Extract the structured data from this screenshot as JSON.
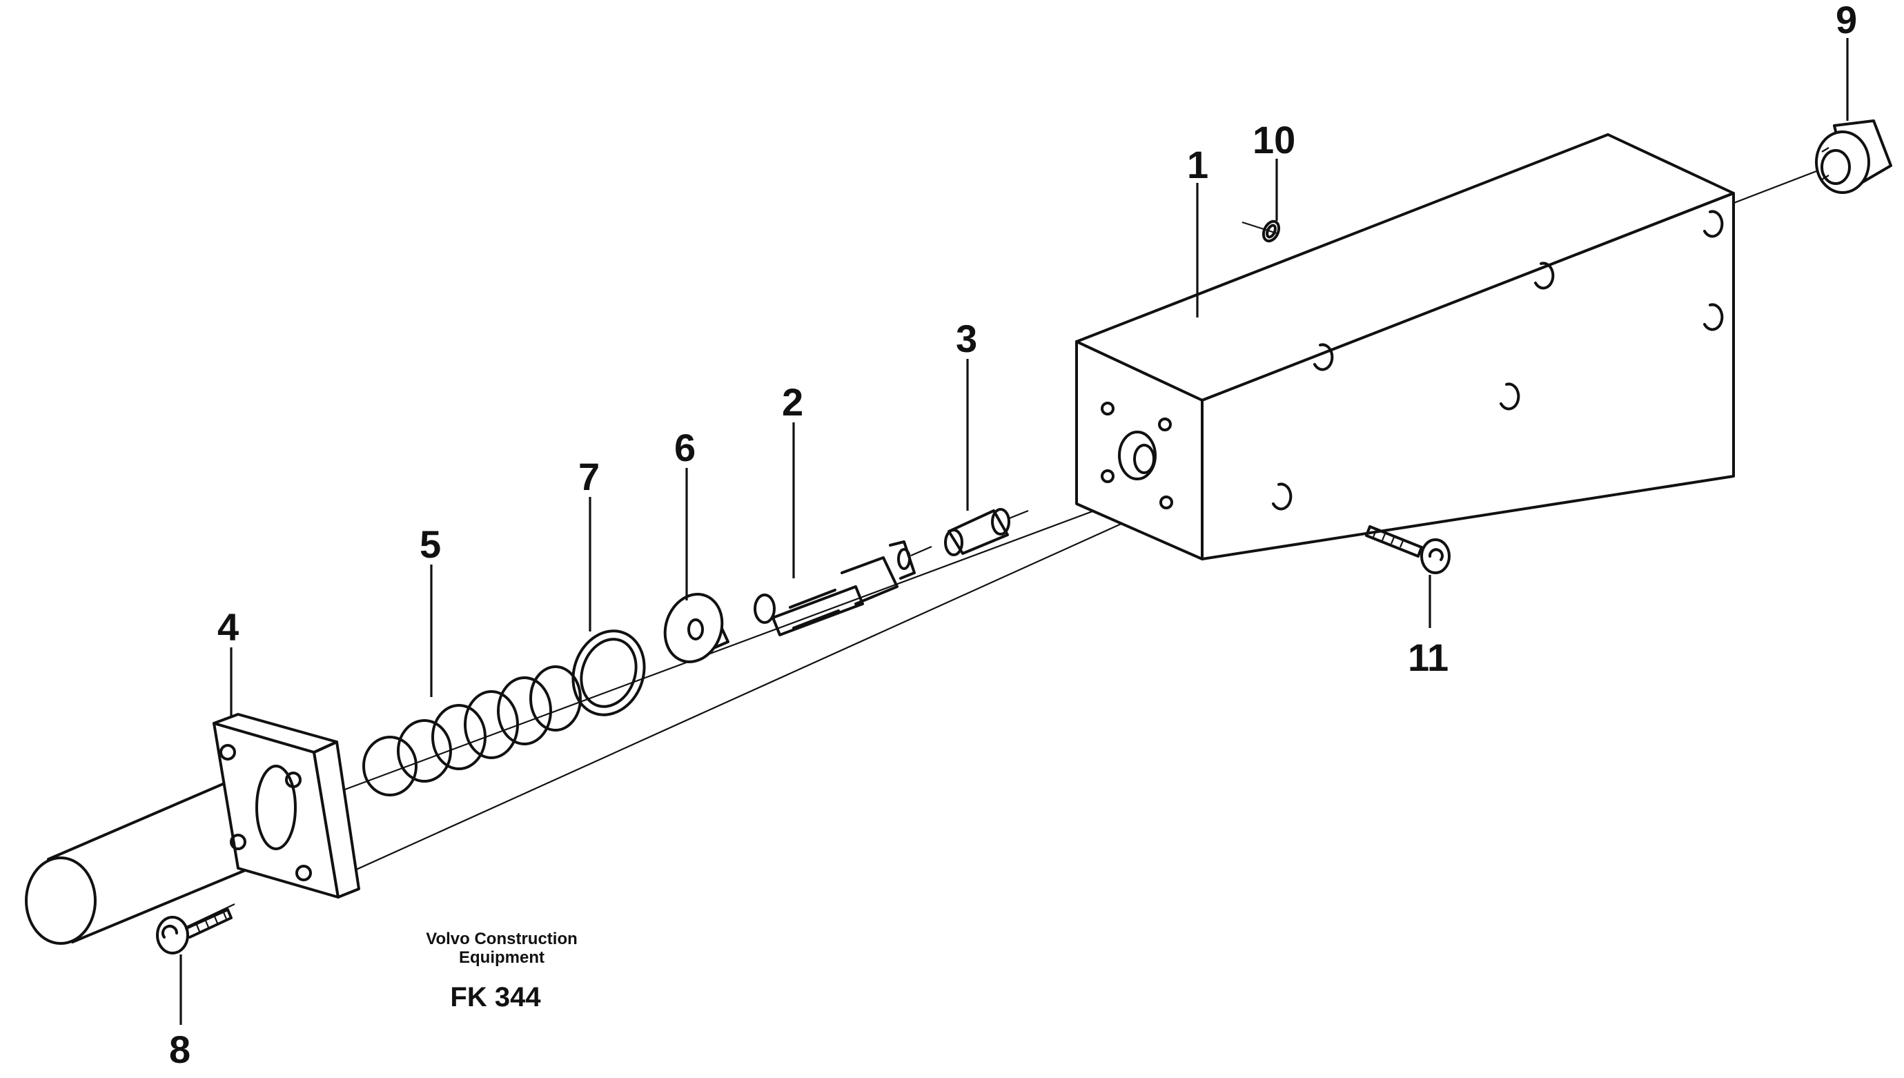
{
  "callouts": [
    "1",
    "2",
    "3",
    "4",
    "5",
    "6",
    "7",
    "8",
    "9",
    "10",
    "11"
  ],
  "caption": {
    "line1": "Volvo Construction",
    "line2": "Equipment",
    "code": "FK 344"
  }
}
